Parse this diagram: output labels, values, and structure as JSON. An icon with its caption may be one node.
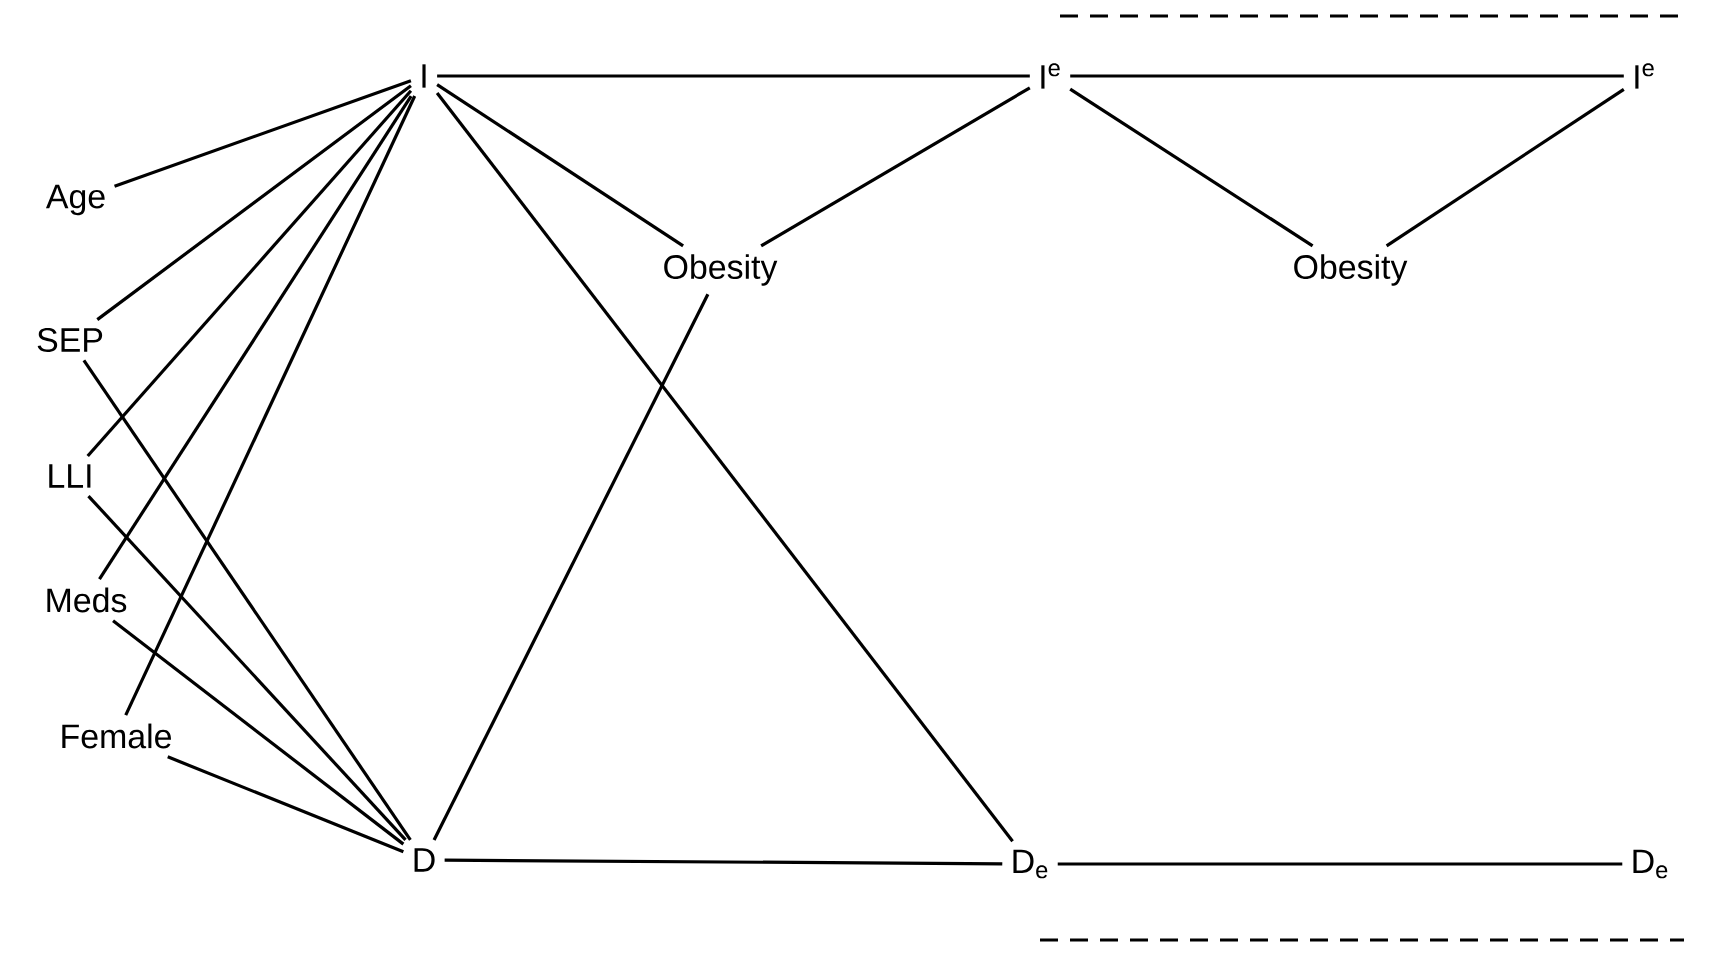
{
  "diagram": {
    "nodes": [
      {
        "text": [
          "I"
        ]
      },
      {
        "text": [
          "I$^{e}$"
        ]
      },
      {
        "text": [
          "I$^{e}$"
        ]
      },
      {
        "text": [
          "Age"
        ]
      },
      {
        "text": [
          "SEP"
        ]
      },
      {
        "text": [
          "LLI"
        ]
      },
      {
        "text": [
          "Obesity"
        ]
      },
      {
        "text": [
          "Obesity"
        ]
      },
      {
        "text": [
          "Meds"
        ]
      },
      {
        "text": [
          "Female"
        ]
      },
      {
        "text": [
          "D"
        ]
      },
      {
        "text": [
          "D$_{e}$"
        ]
      },
      {
        "text": [
          "D$_{e}$"
        ]
      }
    ],
    "edges": [
      {
        "from": 3,
        "to": 0,
        "arrow": "none"
      },
      {
        "from": 4,
        "to": 0,
        "arrow": "none"
      },
      {
        "from": 4,
        "to": 10,
        "arrow": "none"
      },
      {
        "from": 5,
        "to": 0,
        "arrow": "none"
      },
      {
        "from": 5,
        "to": 10,
        "arrow": "none"
      },
      {
        "from": 8,
        "to": 0,
        "arrow": "none"
      },
      {
        "from": 8,
        "to": 10,
        "arrow": "none"
      },
      {
        "from": 9,
        "to": 0,
        "arrow": "none"
      },
      {
        "from": 9,
        "to": 10,
        "arrow": "none"
      },
      {
        "from": 0,
        "to": 1,
        "arrow": "none"
      },
      {
        "from": 0,
        "to": 6,
        "arrow": "none"
      },
      {
        "from": 0,
        "to": 11,
        "arrow": "none"
      },
      {
        "from": 1,
        "to": 6,
        "arrow": "none"
      },
      {
        "from": 6,
        "to": 10,
        "arrow": "none"
      },
      {
        "from": 10,
        "to": 11,
        "arrow": "none"
      },
      {
        "from": 1,
        "to": 2,
        "arrow": "none"
      },
      {
        "from": 1,
        "to": 7,
        "arrow": "none"
      },
      {
        "from": 7,
        "to": 2,
        "arrow": "none"
      },
      {
        "from": 11,
        "to": 12,
        "arrow": "none"
      }
    ]
  }
}
